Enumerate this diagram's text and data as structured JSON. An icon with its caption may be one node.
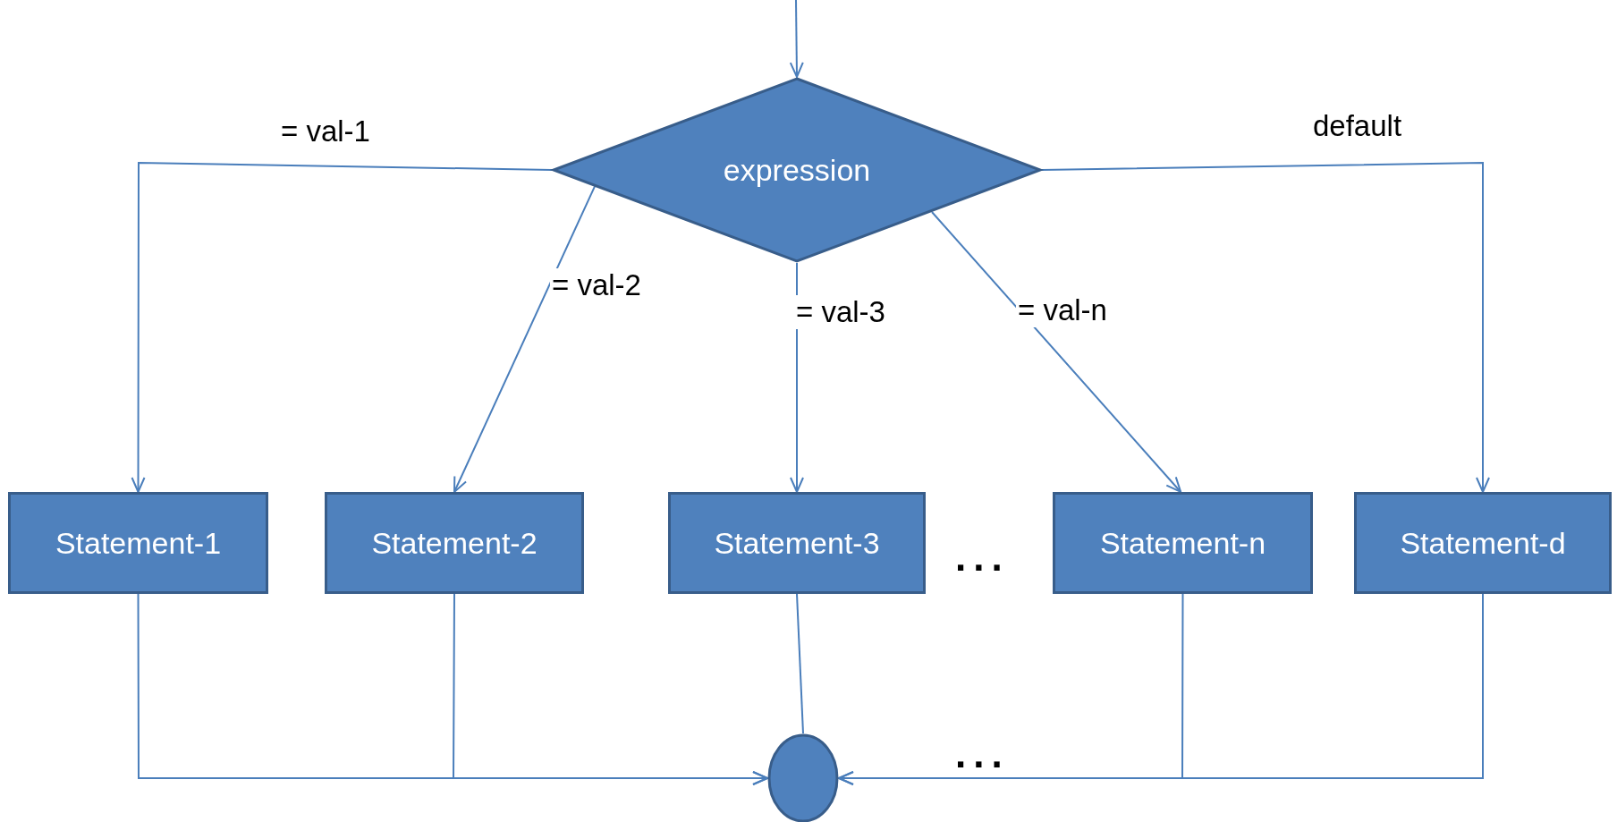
{
  "diagram": {
    "nodes": [
      {
        "text": [
          "expression"
        ]
      },
      {
        "text": [
          "Statement-1"
        ]
      },
      {
        "text": [
          "Statement-2"
        ]
      },
      {
        "text": [
          "Statement-3"
        ]
      },
      {
        "text": [
          "Statement-n"
        ]
      },
      {
        "text": [
          "Statement-d"
        ]
      },
      {
        "text": [],
        "shape": "circle"
      }
    ],
    "edges": [
      {
        "from": null,
        "to": 0,
        "arrow": "to"
      },
      {
        "from": 0,
        "to": 1,
        "arrow": "to",
        "label": "= val-1"
      },
      {
        "from": 0,
        "to": 2,
        "arrow": "to",
        "label": "= val-2"
      },
      {
        "from": 0,
        "to": 3,
        "arrow": "to",
        "label": "= val-3"
      },
      {
        "from": 0,
        "to": 4,
        "arrow": "to",
        "label": "= val-n"
      },
      {
        "from": 0,
        "to": 5,
        "arrow": "to",
        "label": "default"
      },
      {
        "from": 1,
        "to": 6,
        "arrow": "to"
      },
      {
        "from": 2,
        "to": 6,
        "arrow": "to"
      },
      {
        "from": 3,
        "to": 6,
        "arrow": "none"
      },
      {
        "from": 4,
        "to": 6,
        "arrow": "to"
      },
      {
        "from": 5,
        "to": 6,
        "arrow": "to"
      }
    ],
    "labels": [
      "...",
      "..."
    ]
  }
}
